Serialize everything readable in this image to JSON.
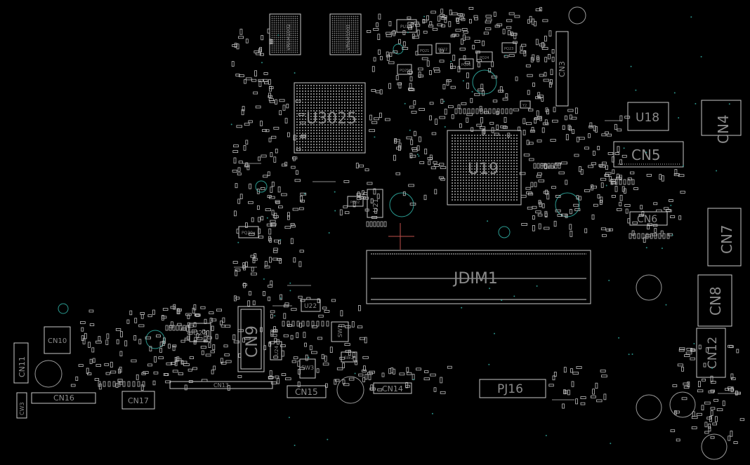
{
  "view": {
    "background": "#000000",
    "outline_color": "#c8c8c8",
    "label_color": "#8a8a8a",
    "via_color": "#2a8f86",
    "marker_color": "#c0504d"
  },
  "labels": {
    "u3025": "U3025",
    "u19": "U19",
    "jdim1": "JDIM1",
    "cn5": "CN5",
    "u18": "U18",
    "cn4": "CN4",
    "cn6": "CN6",
    "cn7": "CN7",
    "cn8": "CN8",
    "cn12": "CN12",
    "cn9": "CN9",
    "pj16": "PJ16",
    "cn3": "CN3",
    "cn10": "CN10",
    "cn11": "CN11",
    "cn16": "CN16",
    "cn17": "CN17",
    "cn13": "CN13",
    "cn15": "CN15",
    "cn14": "CN14",
    "u23": "U23",
    "u22": "U22",
    "u21": "U21",
    "u24": "U24",
    "sw1": "SW1",
    "sw2": "SW2",
    "sw3": "SW3",
    "cw3": "CW3",
    "vram1002": "VRAM1002",
    "vram1001": "VRAM1001",
    "pu10": "PU10",
    "pq21": "PQ21",
    "pq22": "PQ22",
    "pq25": "PQ25",
    "pq26": "PQ26",
    "pq24": "PQ24",
    "pq23": "PQ23",
    "pq32": "PQ32",
    "pq30x": "PQ30x",
    "y2": "Y2"
  }
}
